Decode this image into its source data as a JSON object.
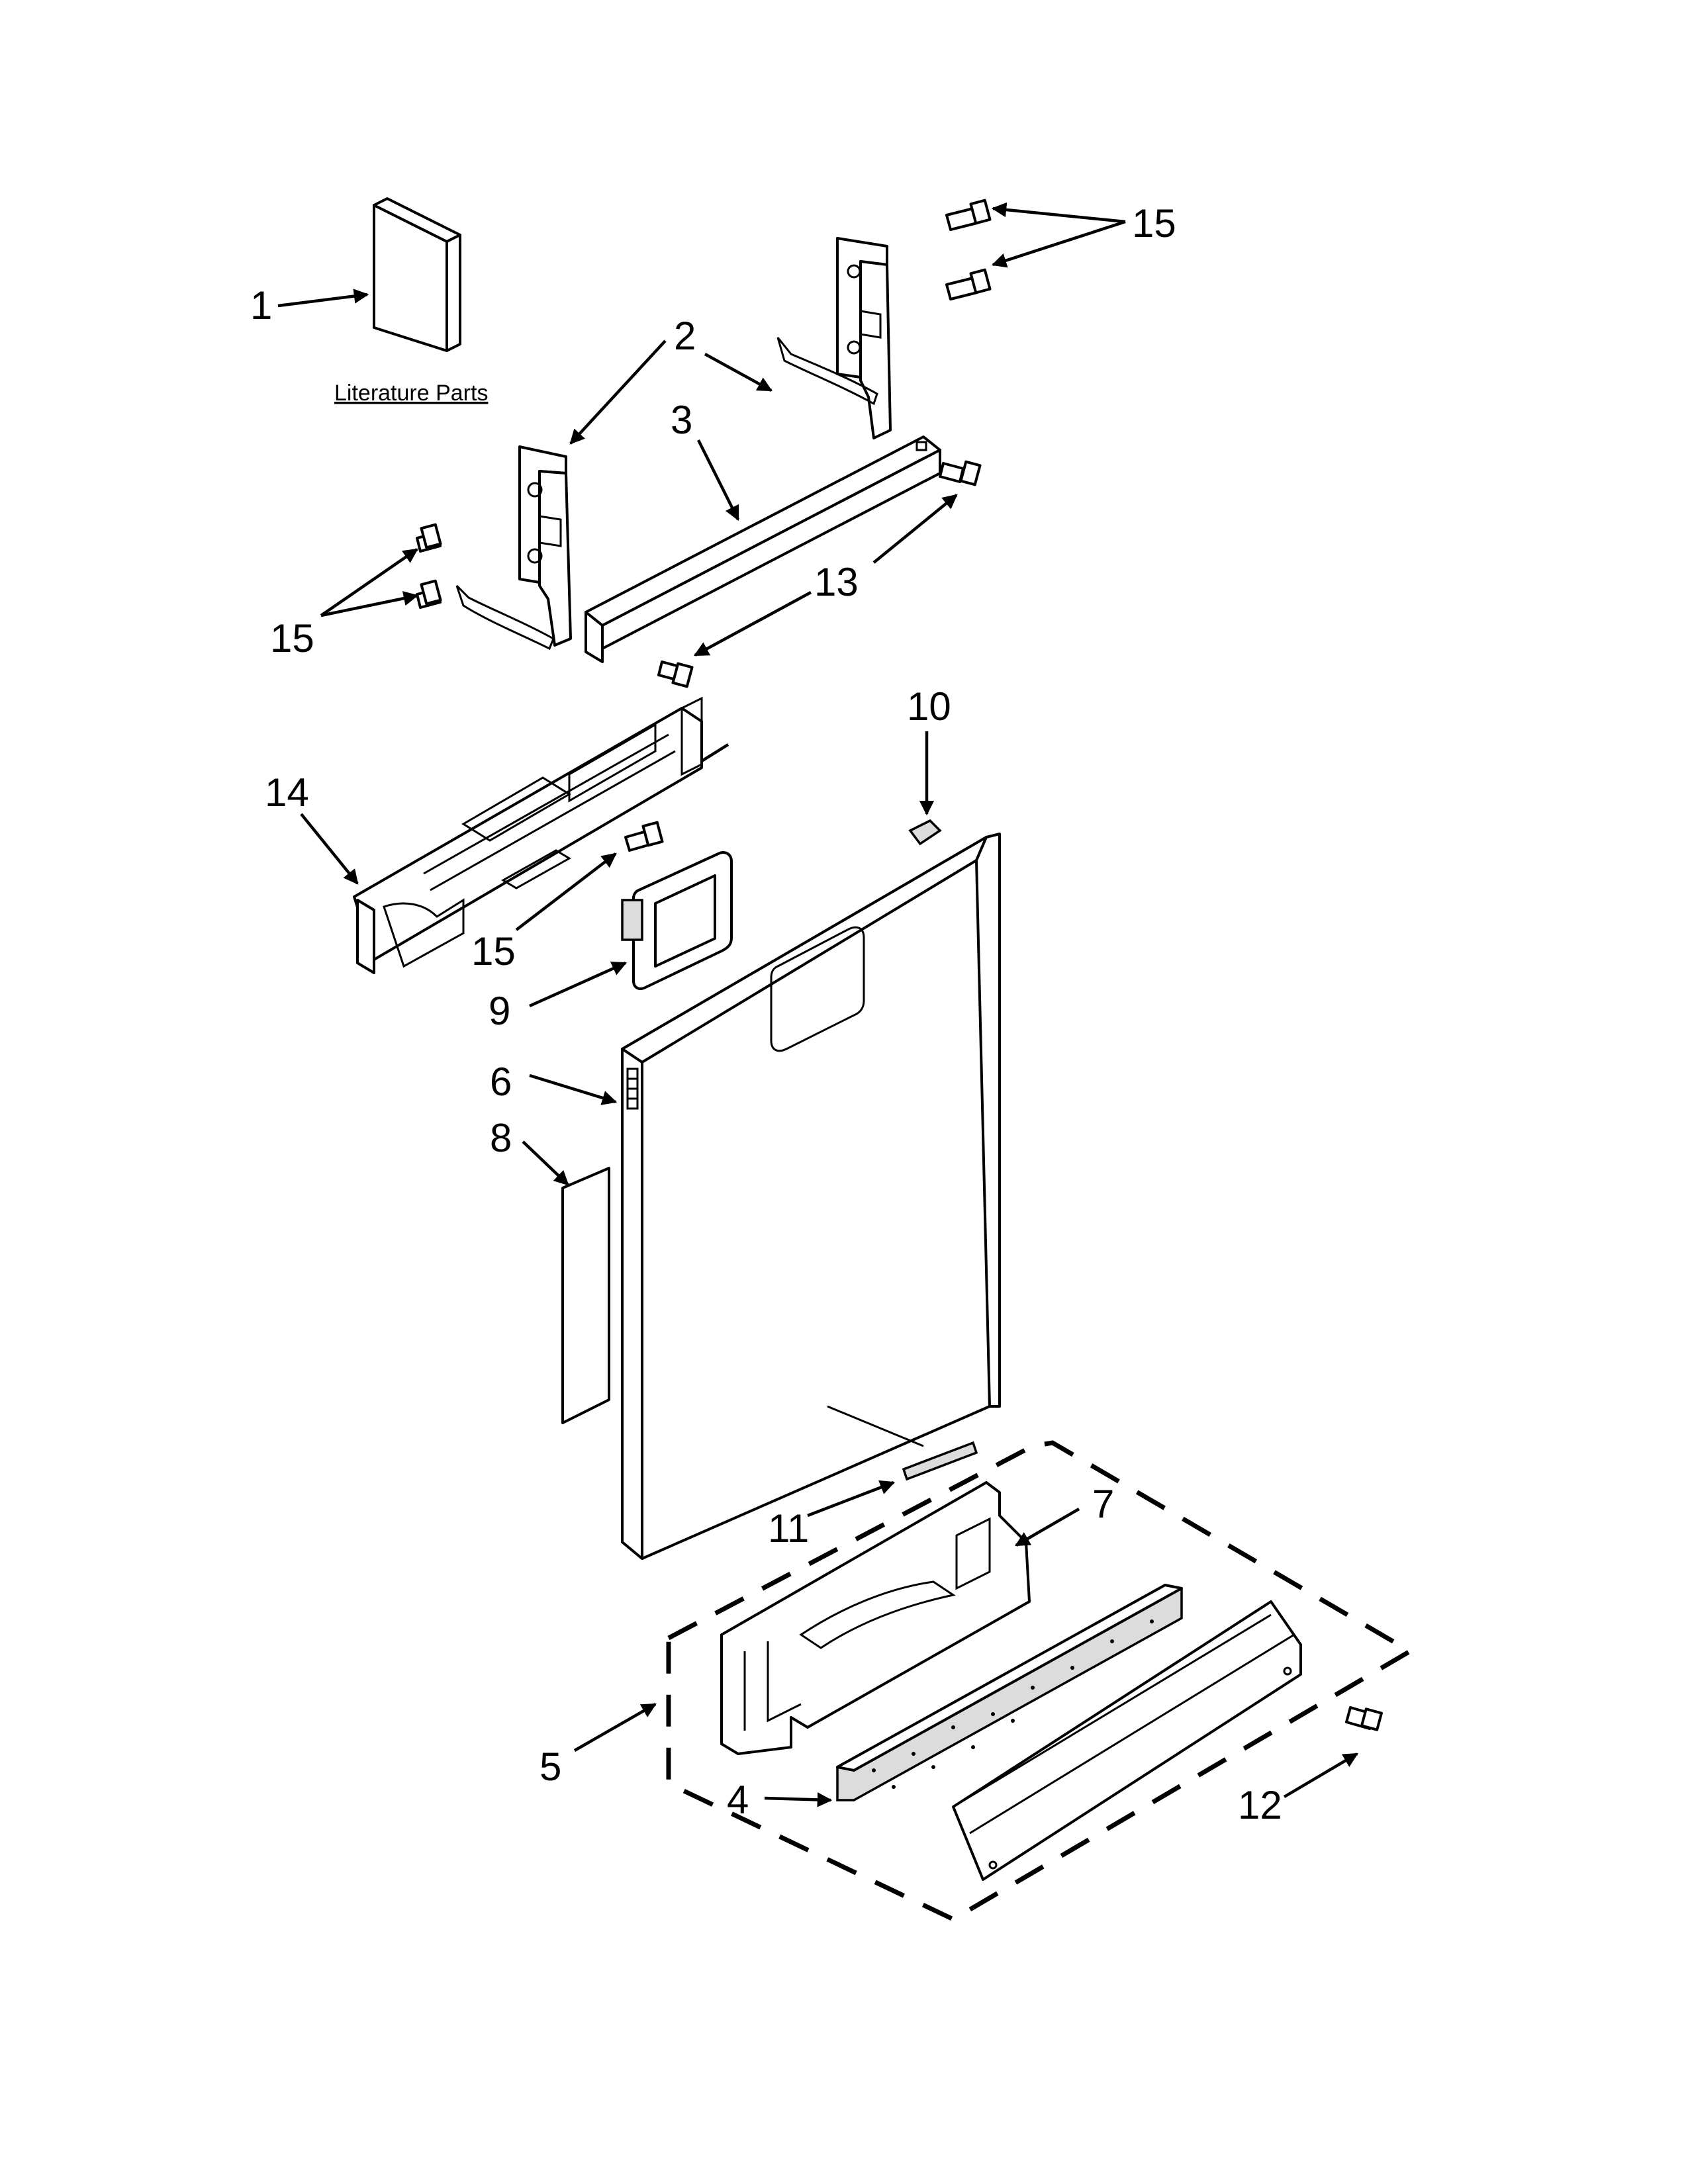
{
  "literature_label": "Literature Parts",
  "callouts": {
    "c1": "1",
    "c2": "2",
    "c3": "3",
    "c4": "4",
    "c5": "5",
    "c6": "6",
    "c7": "7",
    "c8": "8",
    "c9": "9",
    "c10": "10",
    "c11": "11",
    "c12": "12",
    "c13": "13",
    "c14": "14",
    "c15a": "15",
    "c15b": "15",
    "c15c": "15"
  },
  "icons": {
    "arrow": "filled-arrowhead",
    "screw": "hex-head-screw"
  }
}
